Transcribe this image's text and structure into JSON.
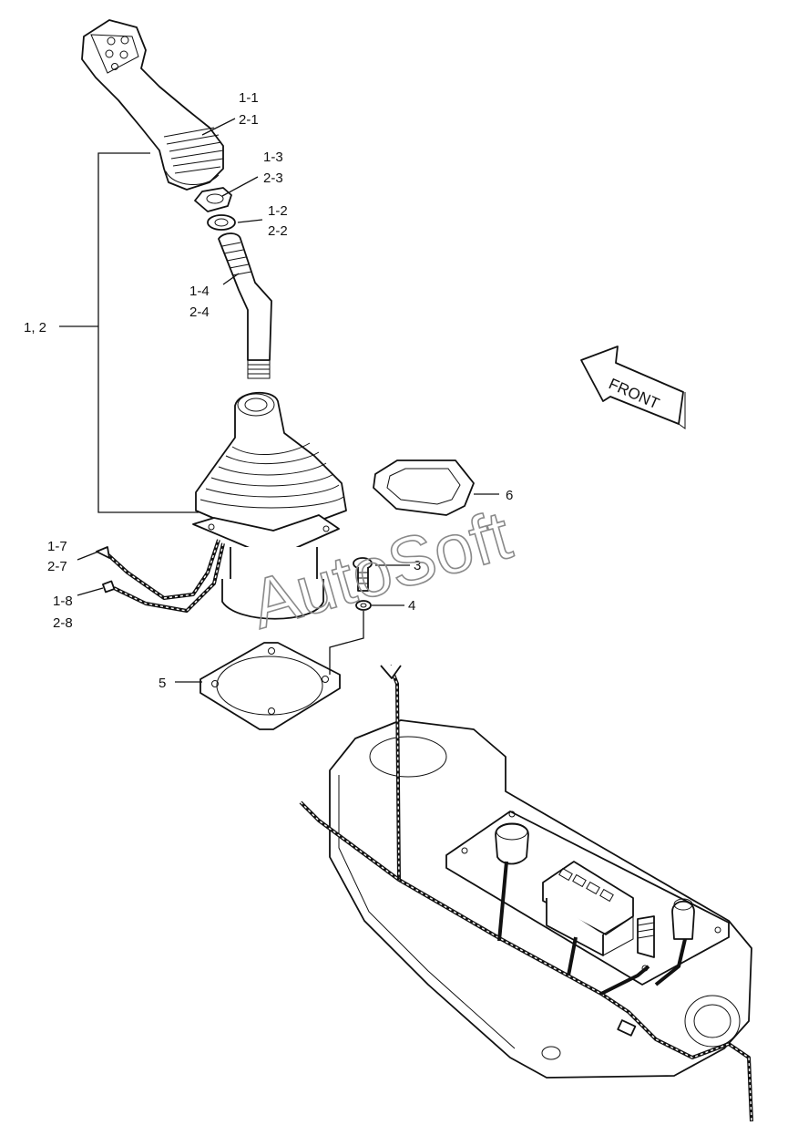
{
  "labels": {
    "l11": "1-1",
    "l21": "2-1",
    "l13": "1-3",
    "l23": "2-3",
    "l12": "1-2",
    "l22": "2-2",
    "l14": "1-4",
    "l24": "2-4",
    "l12group": "1, 2",
    "l17": "1-7",
    "l27": "2-7",
    "l18": "1-8",
    "l28": "2-8",
    "l3": "3",
    "l4": "4",
    "l5": "5",
    "l6": "6"
  },
  "front_arrow": "FRONT",
  "watermark": "AutoSoft"
}
